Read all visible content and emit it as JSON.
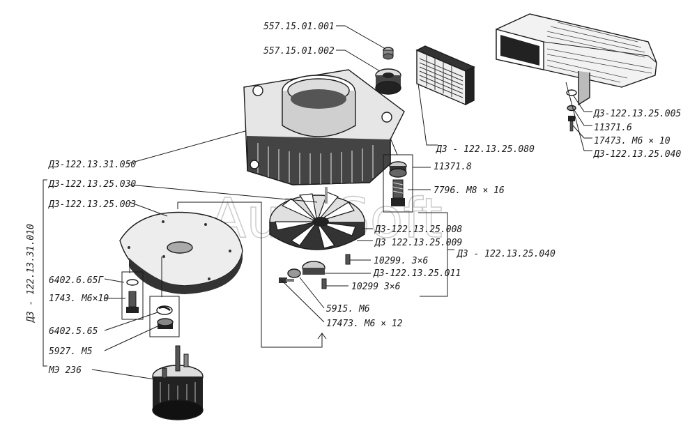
{
  "watermark": "AutoSoft",
  "labels": {
    "p557_001": "557.15.01.001",
    "p557_002": "557.15.01.002",
    "housing": "ДЗ-122.13.31.050",
    "filter": "ДЗ - 122.13.25.080",
    "cover_005": "ДЗ-122.13.25.005",
    "w11371_6": "11371.6",
    "b17473_m6x10": "17473. М6 × 10",
    "cover_assy": "ДЗ-122.13.25.040",
    "w11371_8": "11371.8",
    "b7796": "7796. М8 × 16",
    "p030": "ДЗ-122.13.25.030",
    "p003": "ДЗ-122.13.25.003",
    "p008": "ДЗ-122.13.25.008",
    "p009": "ДЗ 122.13.25.009",
    "fan_assy": "ДЗ - 122.13.25.040",
    "s10299a": "10299. 3×6",
    "p011": "ДЗ-122.13.25.011",
    "s10299b": "10299  3×6",
    "n5915": "5915. М6",
    "b17473_m6x12": "17473. М6 × 12",
    "w64026_65g": "6402.6.65Г",
    "b1743": "1743. М6×10",
    "w64025_65": "6402.5.65",
    "n5927": "5927. М5",
    "motor": "МЭ 236",
    "main_assy": "ДЗ - 122.13.31.010"
  },
  "icons": [
    "housing-icon",
    "cap-icon",
    "bushing-icon",
    "filter-cartridge-icon",
    "cover-icon",
    "plate-icon",
    "fan-impeller-icon",
    "motor-icon"
  ]
}
